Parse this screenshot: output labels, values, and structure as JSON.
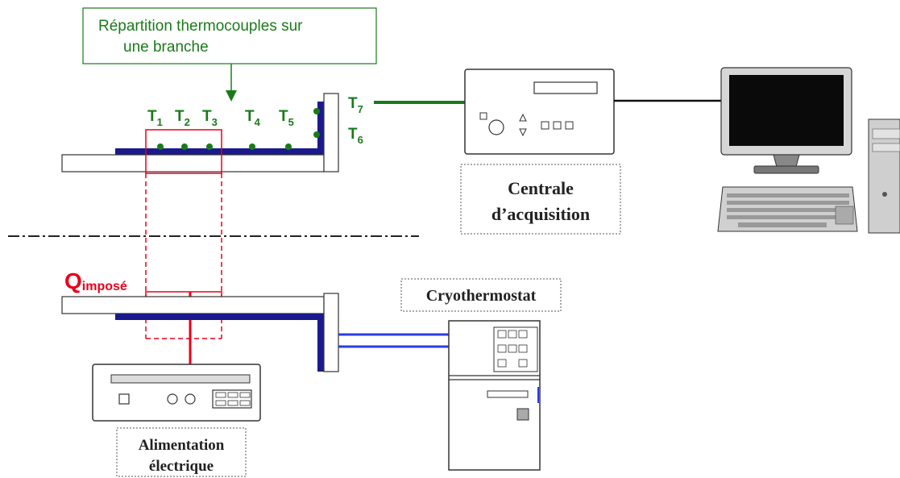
{
  "callout": {
    "line1": "Répartition thermocouples sur",
    "line2": "une branche"
  },
  "thermocouples": {
    "t1": {
      "base": "T",
      "sub": "1"
    },
    "t2": {
      "base": "T",
      "sub": "2"
    },
    "t3": {
      "base": "T",
      "sub": "3"
    },
    "t4": {
      "base": "T",
      "sub": "4"
    },
    "t5": {
      "base": "T",
      "sub": "5"
    },
    "t6": {
      "base": "T",
      "sub": "6"
    },
    "t7": {
      "base": "T",
      "sub": "7"
    }
  },
  "acquisition": {
    "line1": "Centrale",
    "line2": "d’acquisition"
  },
  "heat": {
    "base": "Q",
    "sub": "imposé"
  },
  "cryo": {
    "label": "Cryothermostat"
  },
  "power": {
    "line1": "Alimentation",
    "line2": "électrique"
  },
  "colors": {
    "thermocouple": "#1a7a1a",
    "heat": "#e8001c",
    "pipe": "#1a1a8c",
    "coolant": "#2b3de0",
    "outline": "#333333"
  }
}
